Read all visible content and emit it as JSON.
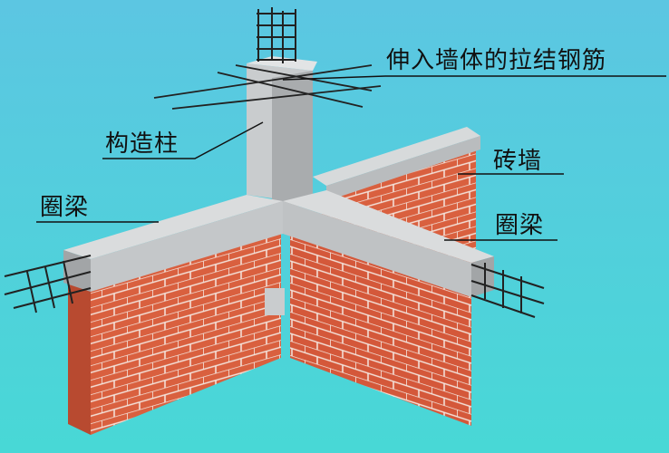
{
  "labels": {
    "tie_bars": "伸入墙体的拉结钢筋",
    "column": "构造柱",
    "ring_beam_left": "圈梁",
    "brick_wall": "砖墙",
    "ring_beam_right": "圈梁"
  },
  "colors": {
    "background_top": "#5cc6e2",
    "background_bottom": "#48d8d6",
    "brick": "#d9603f",
    "mortar": "#f4e4dc",
    "concrete": "#c9ccce",
    "rebar": "#222222"
  }
}
